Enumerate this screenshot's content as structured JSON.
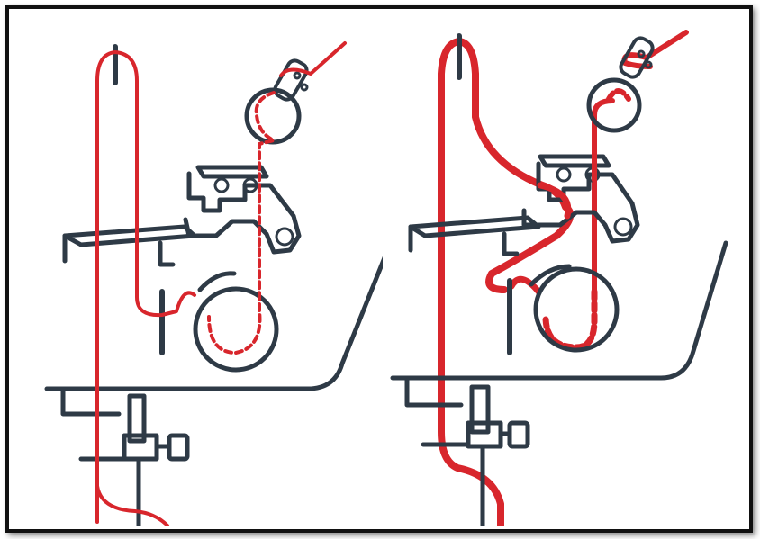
{
  "colors": {
    "thread": "#d8262c",
    "machine": "#2e3a46",
    "background": "#ffffff",
    "border": "#111111"
  },
  "panels": [
    {
      "name": "diagram-panel-left",
      "thread_style": "thin"
    },
    {
      "name": "diagram-panel-right",
      "thread_style": "thick"
    }
  ]
}
